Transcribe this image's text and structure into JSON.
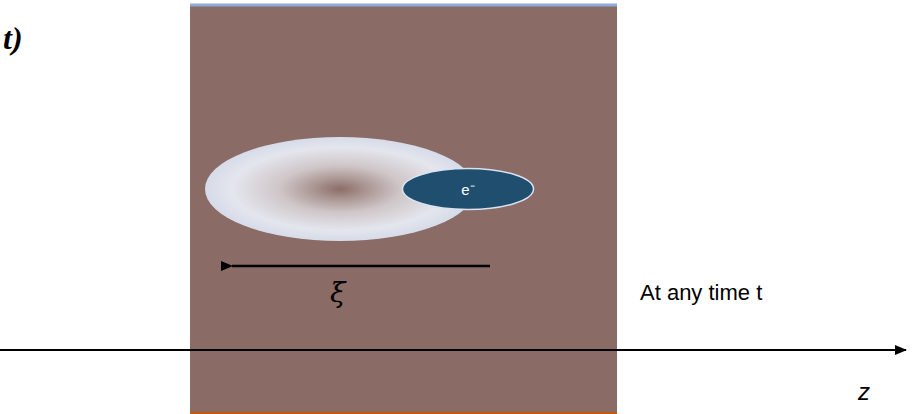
{
  "diagram": {
    "nodes": [
      {
        "text": [
          "e⁻"
        ]
      }
    ],
    "labels": [
      "t)",
      "ξ",
      "At any time t",
      "z"
    ]
  }
}
